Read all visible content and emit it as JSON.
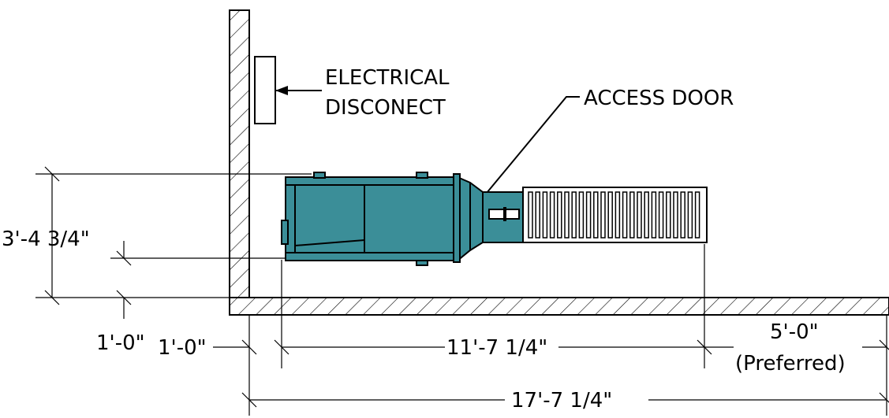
{
  "labels": {
    "electrical": [
      "ELECTRICAL",
      "DISCONECT"
    ],
    "access_door": "ACCESS DOOR"
  },
  "dimensions": {
    "height": "3'-4 3/4\"",
    "side_clearance": "1'-0\"",
    "rear_clearance": "1'-0\"",
    "machine_length": "11'-7 1/4\"",
    "front_clearance": "5'-0\"",
    "front_note": "(Preferred)",
    "overall_length": "17'-7 1/4\""
  },
  "colors": {
    "machine": "#3b8e98",
    "line": "#000000",
    "background": "#ffffff"
  }
}
